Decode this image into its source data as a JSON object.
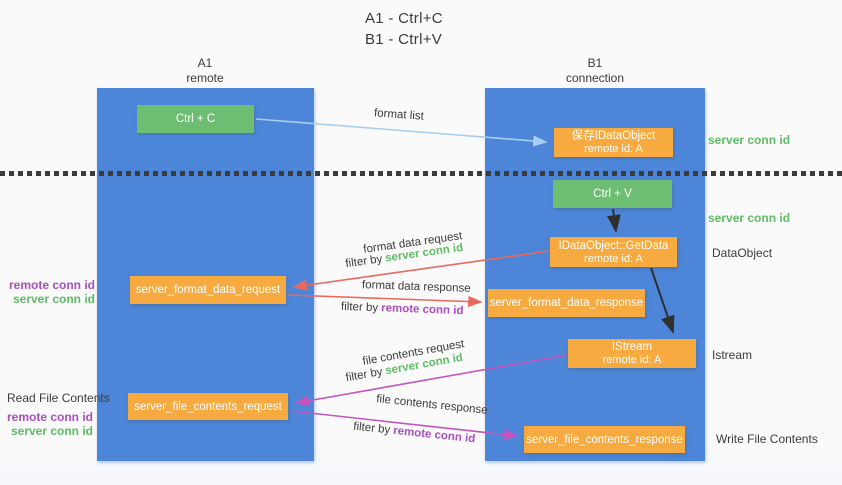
{
  "title": {
    "line1": "A1 - Ctrl+C",
    "line2": "B1 - Ctrl+V"
  },
  "lanes": {
    "a1": {
      "name": "A1",
      "subtitle": "remote"
    },
    "b1": {
      "name": "B1",
      "subtitle": "connection"
    }
  },
  "nodes": {
    "ctrl_c": {
      "label": "Ctrl + C"
    },
    "save_idataobject": {
      "line1": "保存IDataObject",
      "line2": "remote id: A"
    },
    "ctrl_v": {
      "label": "Ctrl + V"
    },
    "getdata": {
      "line1": "IDataObject::GetData",
      "line2": "remote id: A"
    },
    "server_format_data_request": {
      "label": "server_format_data_request"
    },
    "server_format_data_response": {
      "label": "server_format_data_response"
    },
    "istream": {
      "line1": "IStream",
      "line2": "remote id: A"
    },
    "server_file_contents_request": {
      "label": "server_file_contents_request"
    },
    "server_file_contents_response": {
      "label": "server_file_contents_response"
    }
  },
  "arrow_labels": {
    "format_list": "format list",
    "format_data_request": "format data request",
    "format_data_response": "format data response",
    "file_contents_request": "file contents request",
    "file_contents_response": "file contents response",
    "filter_by": "filter by",
    "server_conn_id": "server conn id",
    "remote_conn_id": "remote conn id"
  },
  "side_labels": {
    "server_conn_id_top": "server conn id",
    "server_conn_id_mid": "server conn id",
    "dataobject": "DataObject",
    "istream": "Istream",
    "write_file_contents": "Write File Contents",
    "read_file_contents": "Read File Contents",
    "remote_conn_id": "remote conn id",
    "server_conn_id": "server conn id"
  },
  "colors": {
    "lane_blue": "#4D86D8",
    "box_orange": "#F6AA40",
    "box_green": "#6DBE72",
    "text_green": "#5FBB64",
    "text_purple": "#A94FBF",
    "arrow_red": "#E9695C",
    "arrow_magenta": "#C455BE",
    "arrow_lightblue": "#A8CFF0",
    "arrow_black": "#2F2F2F",
    "text_dark": "#3B3B3B",
    "background": "#FAFAFA"
  }
}
